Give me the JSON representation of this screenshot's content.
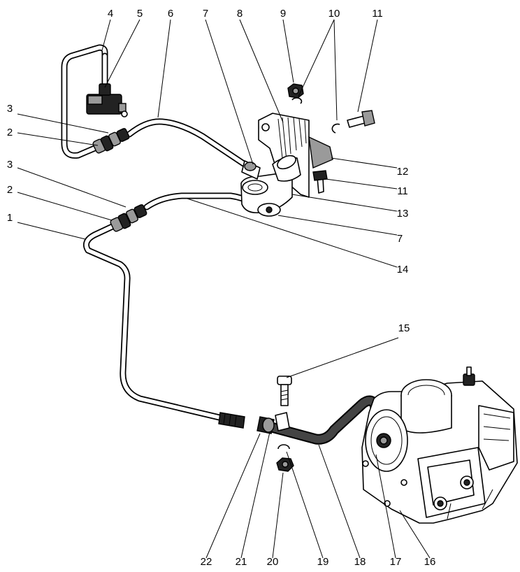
{
  "labels": [
    {
      "id": "4",
      "text": "4"
    },
    {
      "id": "5",
      "text": "5"
    },
    {
      "id": "6",
      "text": "6"
    },
    {
      "id": "7a",
      "text": "7"
    },
    {
      "id": "8",
      "text": "8"
    },
    {
      "id": "9",
      "text": "9"
    },
    {
      "id": "10",
      "text": "10"
    },
    {
      "id": "11a",
      "text": "11"
    },
    {
      "id": "3a",
      "text": "3"
    },
    {
      "id": "2a",
      "text": "2"
    },
    {
      "id": "12",
      "text": "12"
    },
    {
      "id": "11b",
      "text": "11"
    },
    {
      "id": "3b",
      "text": "3"
    },
    {
      "id": "2b",
      "text": "2"
    },
    {
      "id": "13",
      "text": "13"
    },
    {
      "id": "1",
      "text": "1"
    },
    {
      "id": "7b",
      "text": "7"
    },
    {
      "id": "14",
      "text": "14"
    },
    {
      "id": "15",
      "text": "15"
    },
    {
      "id": "22",
      "text": "22"
    },
    {
      "id": "21",
      "text": "21"
    },
    {
      "id": "20",
      "text": "20"
    },
    {
      "id": "19",
      "text": "19"
    },
    {
      "id": "18",
      "text": "18"
    },
    {
      "id": "17",
      "text": "17"
    },
    {
      "id": "16",
      "text": "16"
    }
  ]
}
